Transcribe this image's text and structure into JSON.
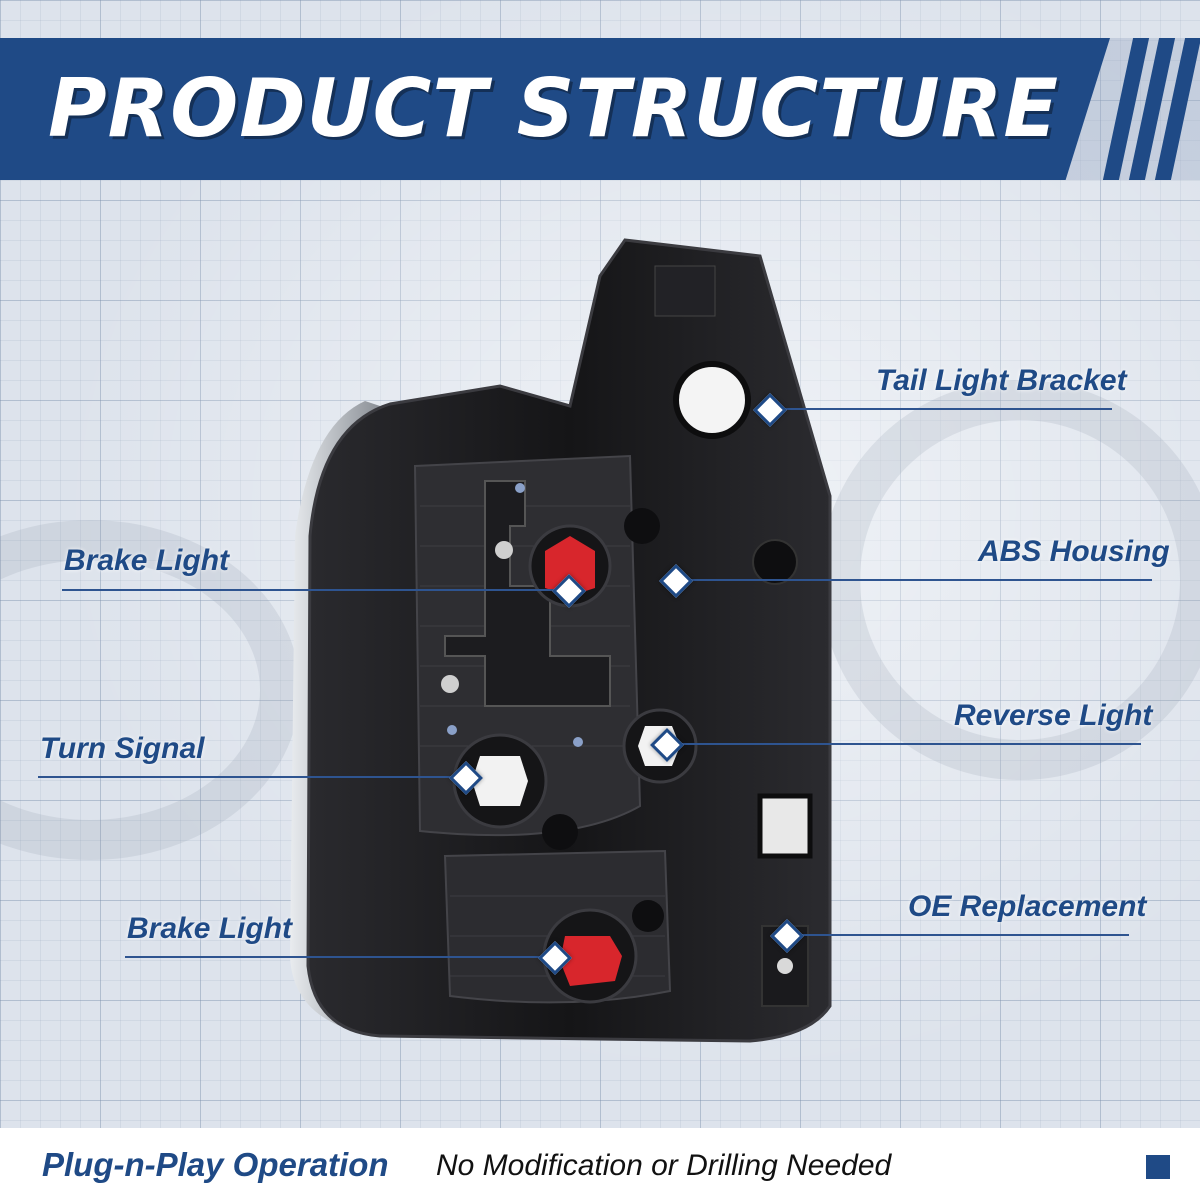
{
  "banner": {
    "title": "PRODUCT STRUCTURE"
  },
  "callouts": [
    {
      "label": "Tail Light Bracket"
    },
    {
      "label": "Brake Light"
    },
    {
      "label": "ABS Housing"
    },
    {
      "label": "Reverse Light"
    },
    {
      "label": "Turn Signal"
    },
    {
      "label": "OE Replacement"
    },
    {
      "label": "Brake Light"
    }
  ],
  "footer": {
    "headline": "Plug-n-Play Operation",
    "subtext": "No Modification or Drilling Needed"
  },
  "colors": {
    "brand_blue": "#1f4a86",
    "housing_black": "#1a1a1c",
    "brake_red": "#d8262c",
    "bulb_white": "#f2f2f2"
  }
}
